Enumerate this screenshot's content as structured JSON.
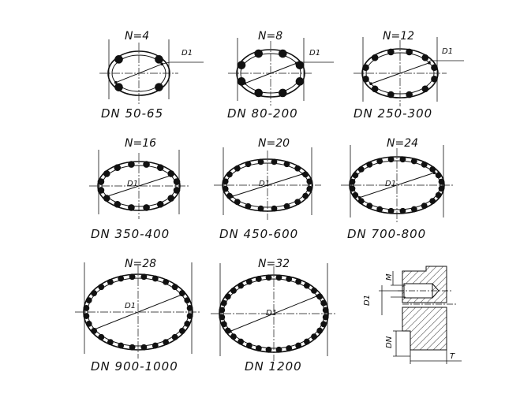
{
  "diagrams": [
    {
      "n_label": "N=4",
      "n": 4,
      "dn_label": "DN 50-65",
      "d_label": "D1"
    },
    {
      "n_label": "N=8",
      "n": 8,
      "dn_label": "DN 80-200",
      "d_label": "D1"
    },
    {
      "n_label": "N=12",
      "n": 12,
      "dn_label": "DN 250-300",
      "d_label": "D1"
    },
    {
      "n_label": "N=16",
      "n": 16,
      "dn_label": "DN 350-400",
      "d_label": "D1"
    },
    {
      "n_label": "N=20",
      "n": 20,
      "dn_label": "DN 450-600",
      "d_label": "D1"
    },
    {
      "n_label": "N=24",
      "n": 24,
      "dn_label": "DN 700-800",
      "d_label": "D1"
    },
    {
      "n_label": "N=28",
      "n": 28,
      "dn_label": "DN 900-1000",
      "d_label": "D1"
    },
    {
      "n_label": "N=32",
      "n": 32,
      "dn_label": "DN 1200",
      "d_label": "D1"
    }
  ],
  "section": {
    "m_label": "M",
    "d1_label": "D1",
    "dn_label": "DN",
    "t_label": "T"
  }
}
